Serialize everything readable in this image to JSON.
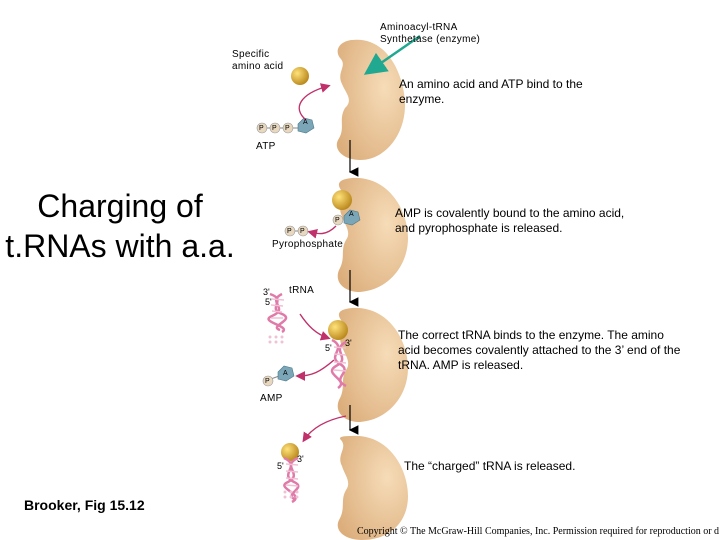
{
  "title": "Charging of t.RNAs with a.a.",
  "labels": {
    "enzyme": "Aminoacyl-tRNA Synthetase (enzyme)",
    "specific_amino_acid": "Specific amino acid",
    "atp": "ATP",
    "pyrophosphate": "Pyrophosphate",
    "trna": "tRNA",
    "amp": "AMP",
    "phosphate": "P",
    "adenosine": "A",
    "three_prime": "3'",
    "five_prime": "5'"
  },
  "steps": [
    "An amino acid and ATP bind to the enzyme.",
    "AMP is covalently bound to the amino acid, and pyrophosphate is released.",
    "The correct tRNA binds to the enzyme. The amino acid becomes covalently attached to the 3’ end of the tRNA. AMP is released.",
    "The “charged” tRNA is released."
  ],
  "citation": "Brooker, Fig 15.12",
  "copyright": "Copyright © The McGraw-Hill Companies, Inc. Permission required for reproduction or d",
  "colors": {
    "enzyme_fill": "#edc9a0",
    "amino_acid": "#d4a020",
    "phosphate": "#e8d8c0",
    "adenosine": "#7aa6b8",
    "trna": "#e07aa8",
    "pointer_arrow": "#20a890",
    "curved_arrow": "#c0306a"
  }
}
